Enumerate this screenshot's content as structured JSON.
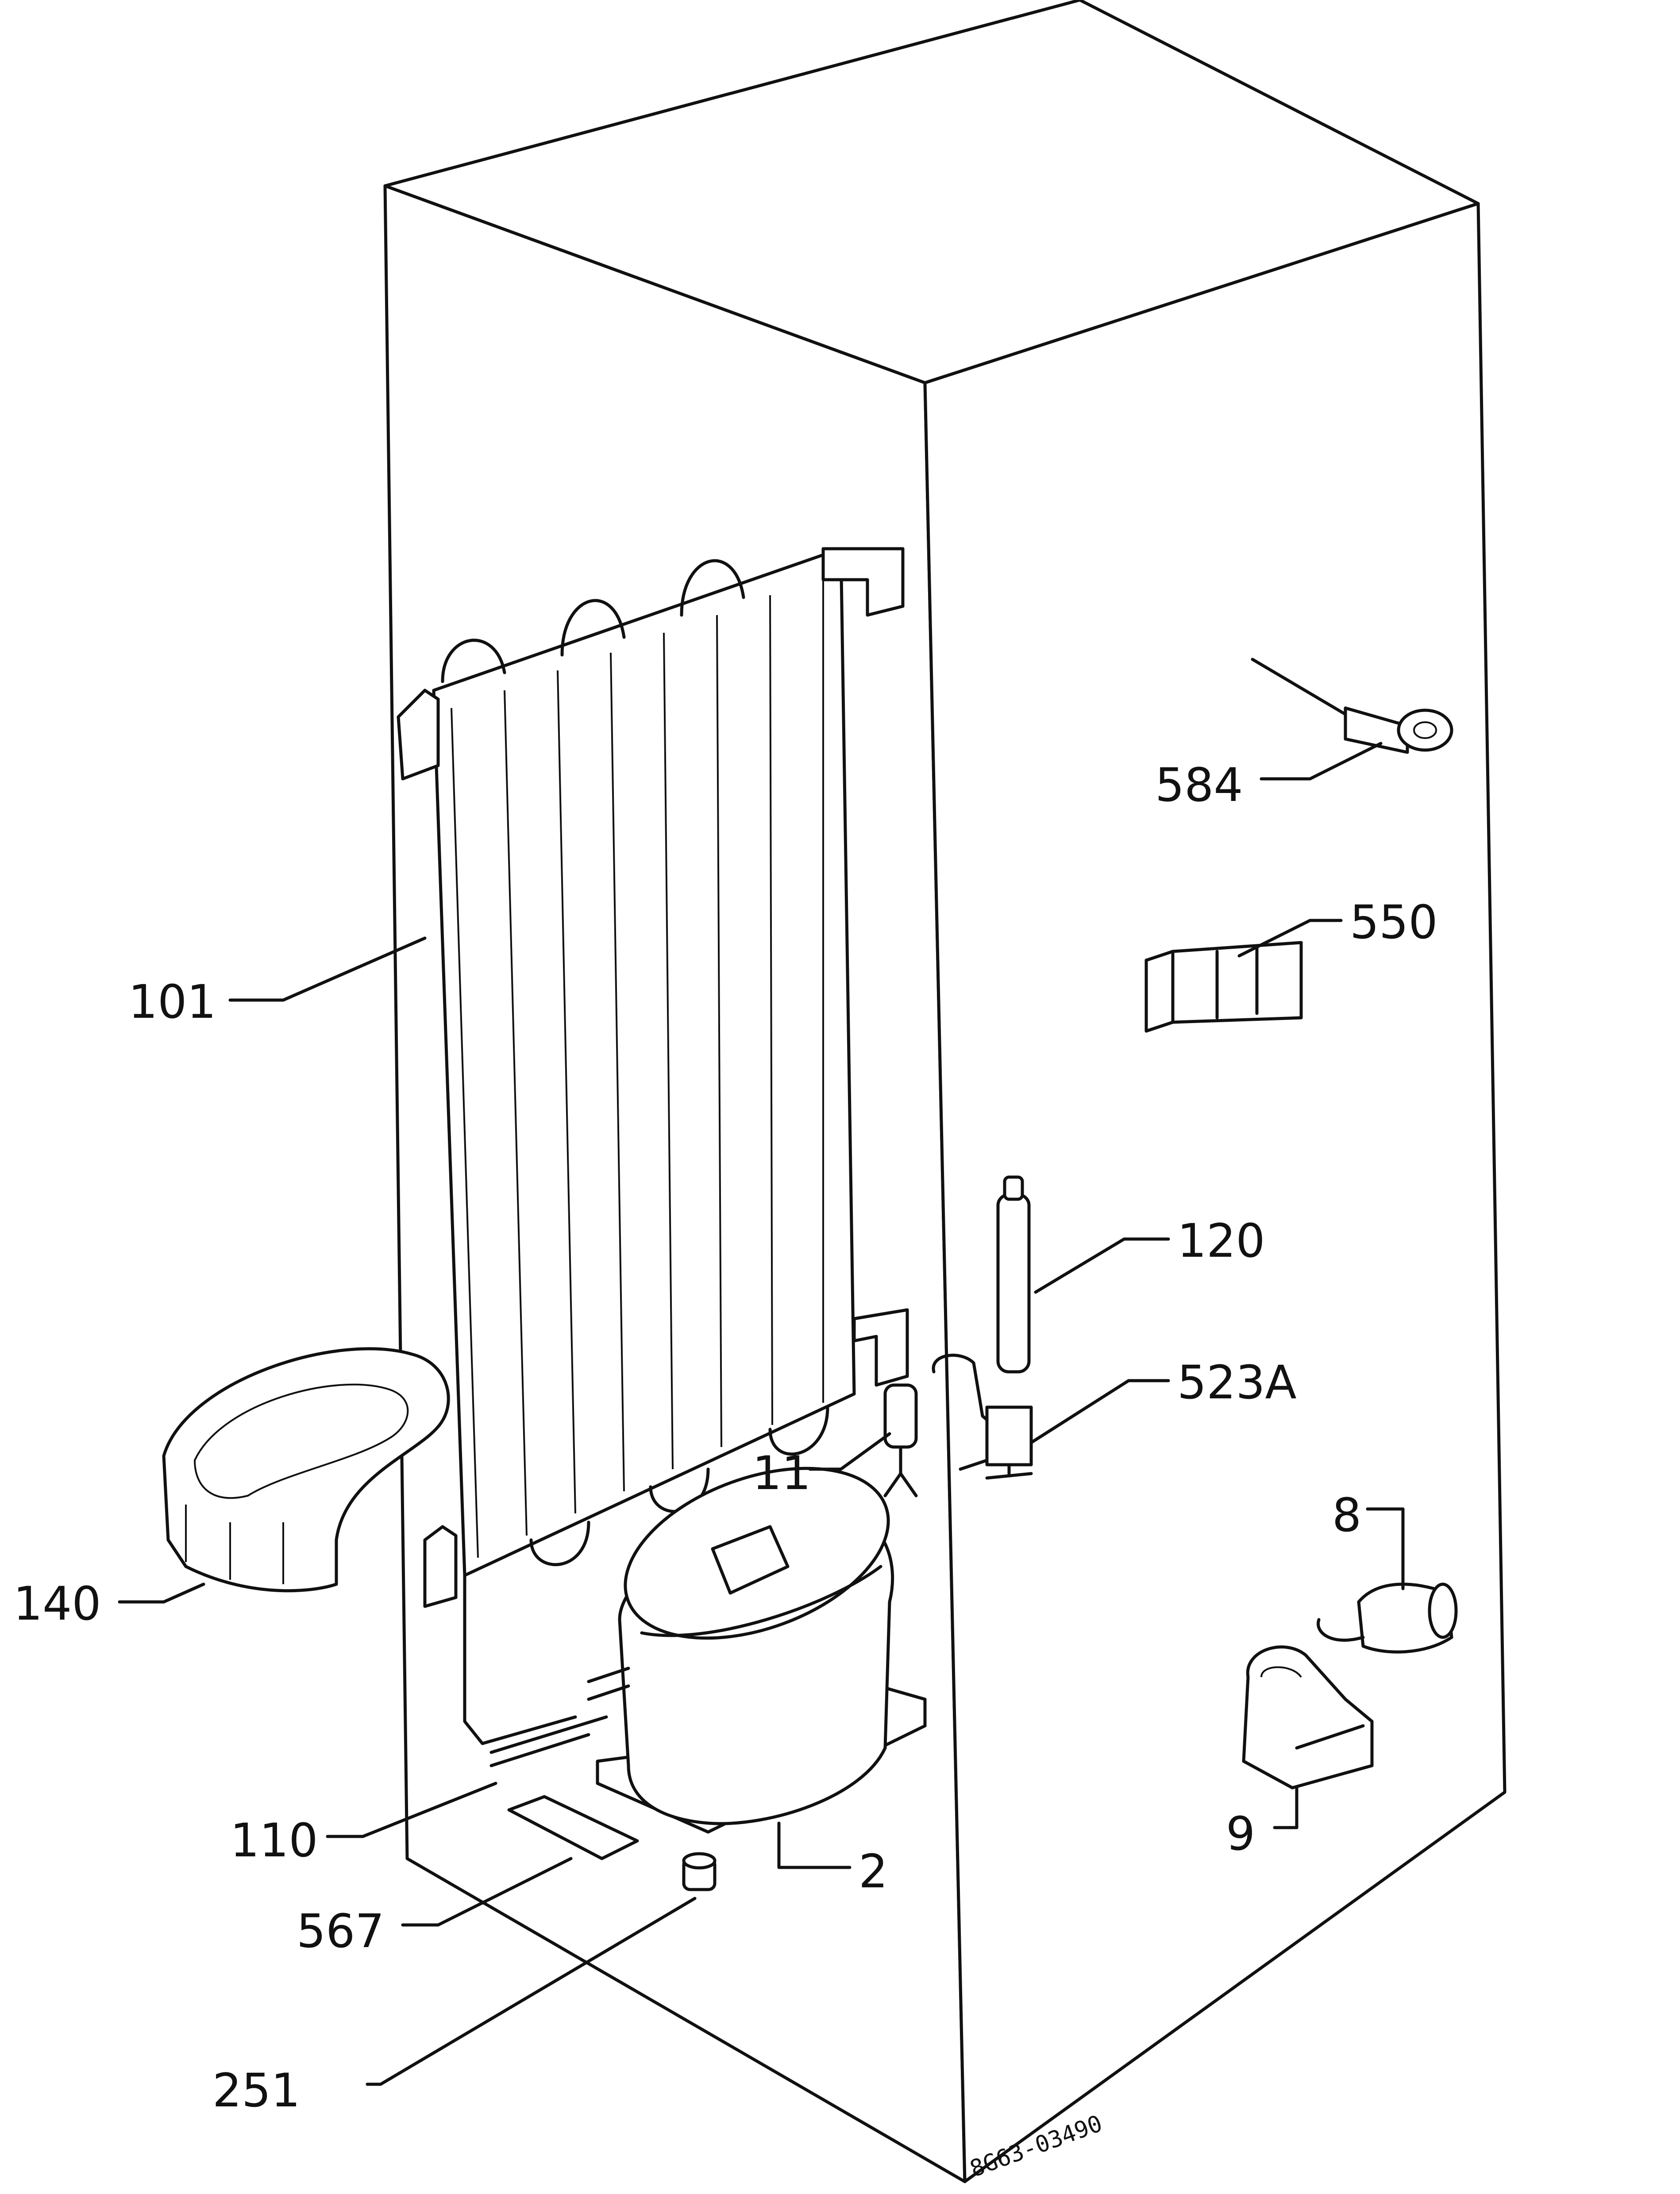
{
  "callouts": {
    "c101": "101",
    "c140": "140",
    "c110": "110",
    "c567": "567",
    "c251": "251",
    "c2": "2",
    "c11": "11",
    "c120": "120",
    "c523a": "523A",
    "c584": "584",
    "c550": "550",
    "c8": "8",
    "c9": "9"
  },
  "drawing_code": "8G63-03490"
}
